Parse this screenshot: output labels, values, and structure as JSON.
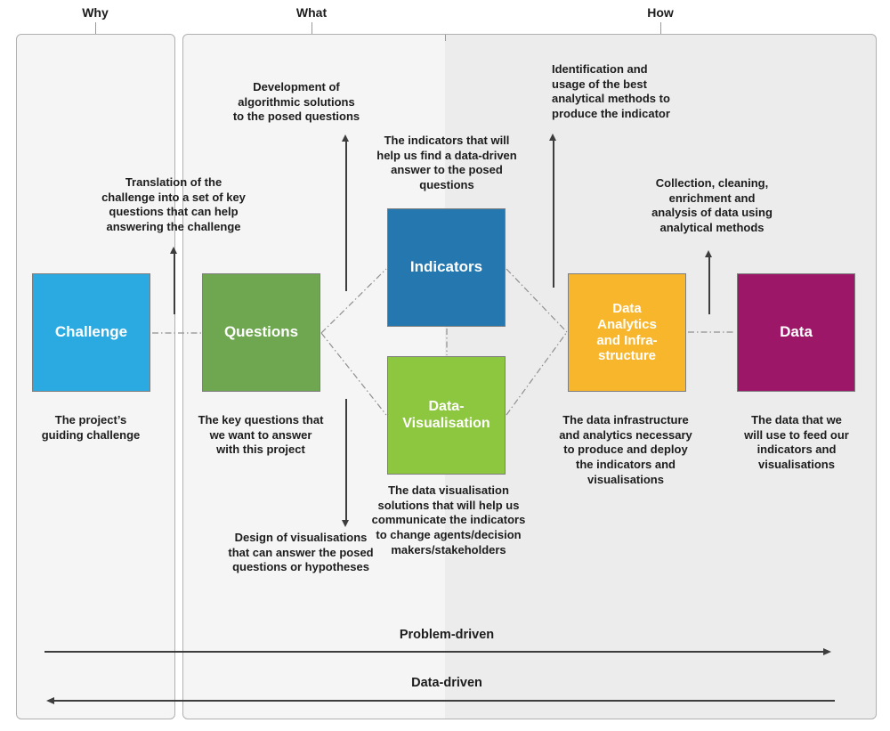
{
  "header": {
    "why": "Why",
    "what": "What",
    "how": "How"
  },
  "boxes": {
    "challenge": {
      "label": "Challenge",
      "color": "#2BAAE1",
      "caption": "The project’s\nguiding challenge"
    },
    "questions": {
      "label": "Questions",
      "color": "#6FA751",
      "caption": "The key questions that\nwe want to answer\nwith this project"
    },
    "indicators": {
      "label": "Indicators",
      "color": "#2478AF"
    },
    "datavis": {
      "label": "Data-\nVisualisation",
      "color": "#8DC63F",
      "caption": "The data visualisation\nsolutions that will help us\ncommunicate the indicators\nto change agents/decision\nmakers/stakeholders"
    },
    "analytics": {
      "label": "Data\nAnalytics\nand Infra-\nstructure",
      "color": "#F8B62D",
      "caption": "The data infrastructure\nand analytics necessary\nto produce and deploy\nthe indicators and\nvisualisations"
    },
    "data": {
      "label": "Data",
      "color": "#9C1768",
      "caption": "The data that we\nwill use to feed our\nindicators and\nvisualisations"
    }
  },
  "annotations": {
    "development": "Development of\nalgorithmic solutions\nto the posed questions",
    "translation": "Translation of the\nchallenge into a set of key\nquestions that can help\nanswering the challenge",
    "indicators_note": "The indicators that will\nhelp us find a data-driven\nanswer to the posed\nquestions",
    "identification": "Identification and\nusage of the best\nanalytical methods to\nproduce the indicator",
    "collection": "Collection, cleaning,\nenrichment and\nanalysis of data using\nanalytical methods",
    "design": "Design of visualisations\nthat can answer the posed\nquestions or hypotheses"
  },
  "footer": {
    "problem_driven": "Problem-driven",
    "data_driven": "Data-driven"
  }
}
